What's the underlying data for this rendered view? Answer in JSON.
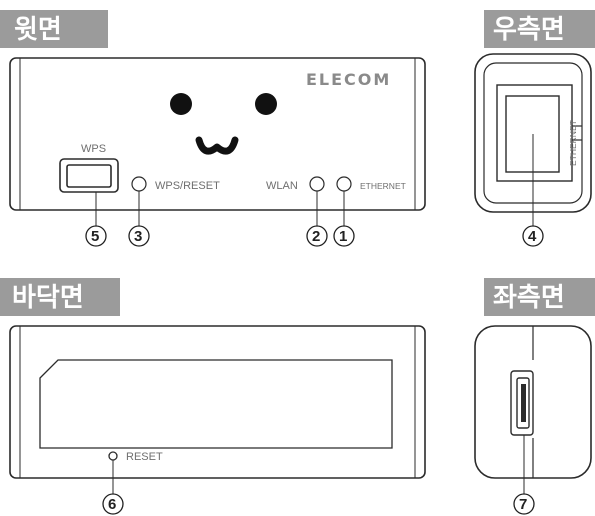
{
  "headers": {
    "top": "윗면",
    "right": "우측면",
    "bottom": "바닥면",
    "left": "좌측면"
  },
  "top_view": {
    "brand": "ELECOM",
    "wps_label": "WPS",
    "wps_reset_label": "WPS/RESET",
    "wlan_label": "WLAN",
    "ethernet_label": "ETHERNET",
    "callouts": [
      "5",
      "3",
      "2",
      "1"
    ]
  },
  "right_view": {
    "port_label": "ETHERNET",
    "callout": "4"
  },
  "bottom_view": {
    "reset_label": "RESET",
    "callout": "6"
  },
  "left_view": {
    "callout": "7"
  },
  "colors": {
    "header_bg": "#9b9b9b",
    "outline": "#2b2b2b",
    "label": "#6f6f6f"
  }
}
